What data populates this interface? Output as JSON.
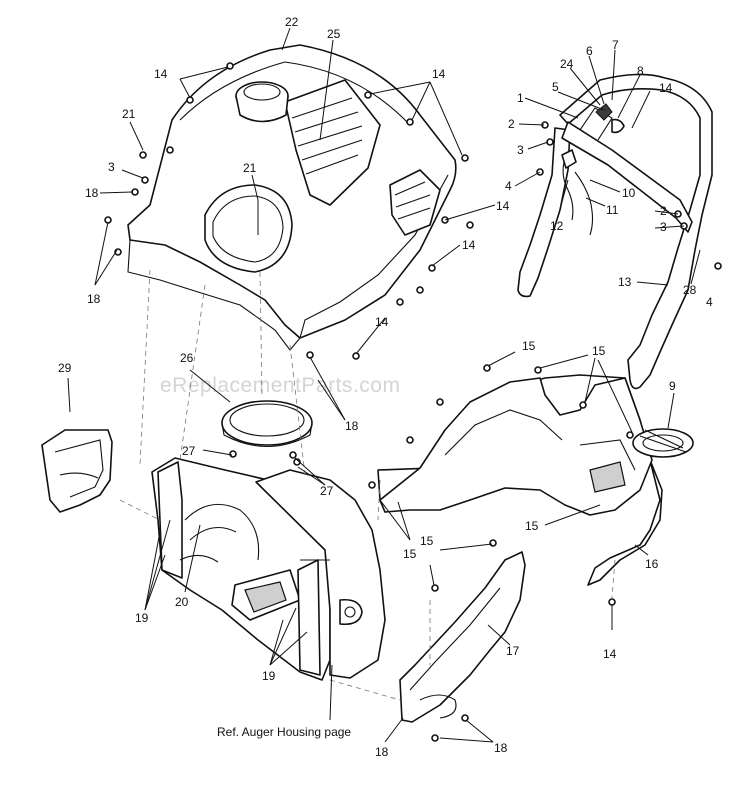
{
  "diagram": {
    "watermark": "eReplacementParts.com",
    "reference_note": "Ref. Auger Housing page",
    "callouts": {
      "c1": "1",
      "c2a": "2",
      "c2b": "2",
      "c3a": "3",
      "c3b": "3",
      "c3c": "3",
      "c4a": "4",
      "c4b": "4",
      "c5": "5",
      "c6": "6",
      "c7": "7",
      "c8": "8",
      "c9": "9",
      "c10": "10",
      "c11": "11",
      "c12": "12",
      "c13": "13",
      "c14a": "14",
      "c14b": "14",
      "c14c": "14",
      "c14d": "14",
      "c14e": "14",
      "c14f": "14",
      "c14g": "14",
      "c15a": "15",
      "c15b": "15",
      "c15c": "15",
      "c15d": "15",
      "c15e": "15",
      "c16": "16",
      "c17": "17",
      "c18a": "18",
      "c18b": "18",
      "c18c": "18",
      "c18d": "18",
      "c18e": "18",
      "c19a": "19",
      "c19b": "19",
      "c20": "20",
      "c21a": "21",
      "c21b": "21",
      "c22": "22",
      "c24": "24",
      "c25": "25",
      "c26": "26",
      "c27a": "27",
      "c27b": "27",
      "c28": "28",
      "c29": "29"
    }
  }
}
